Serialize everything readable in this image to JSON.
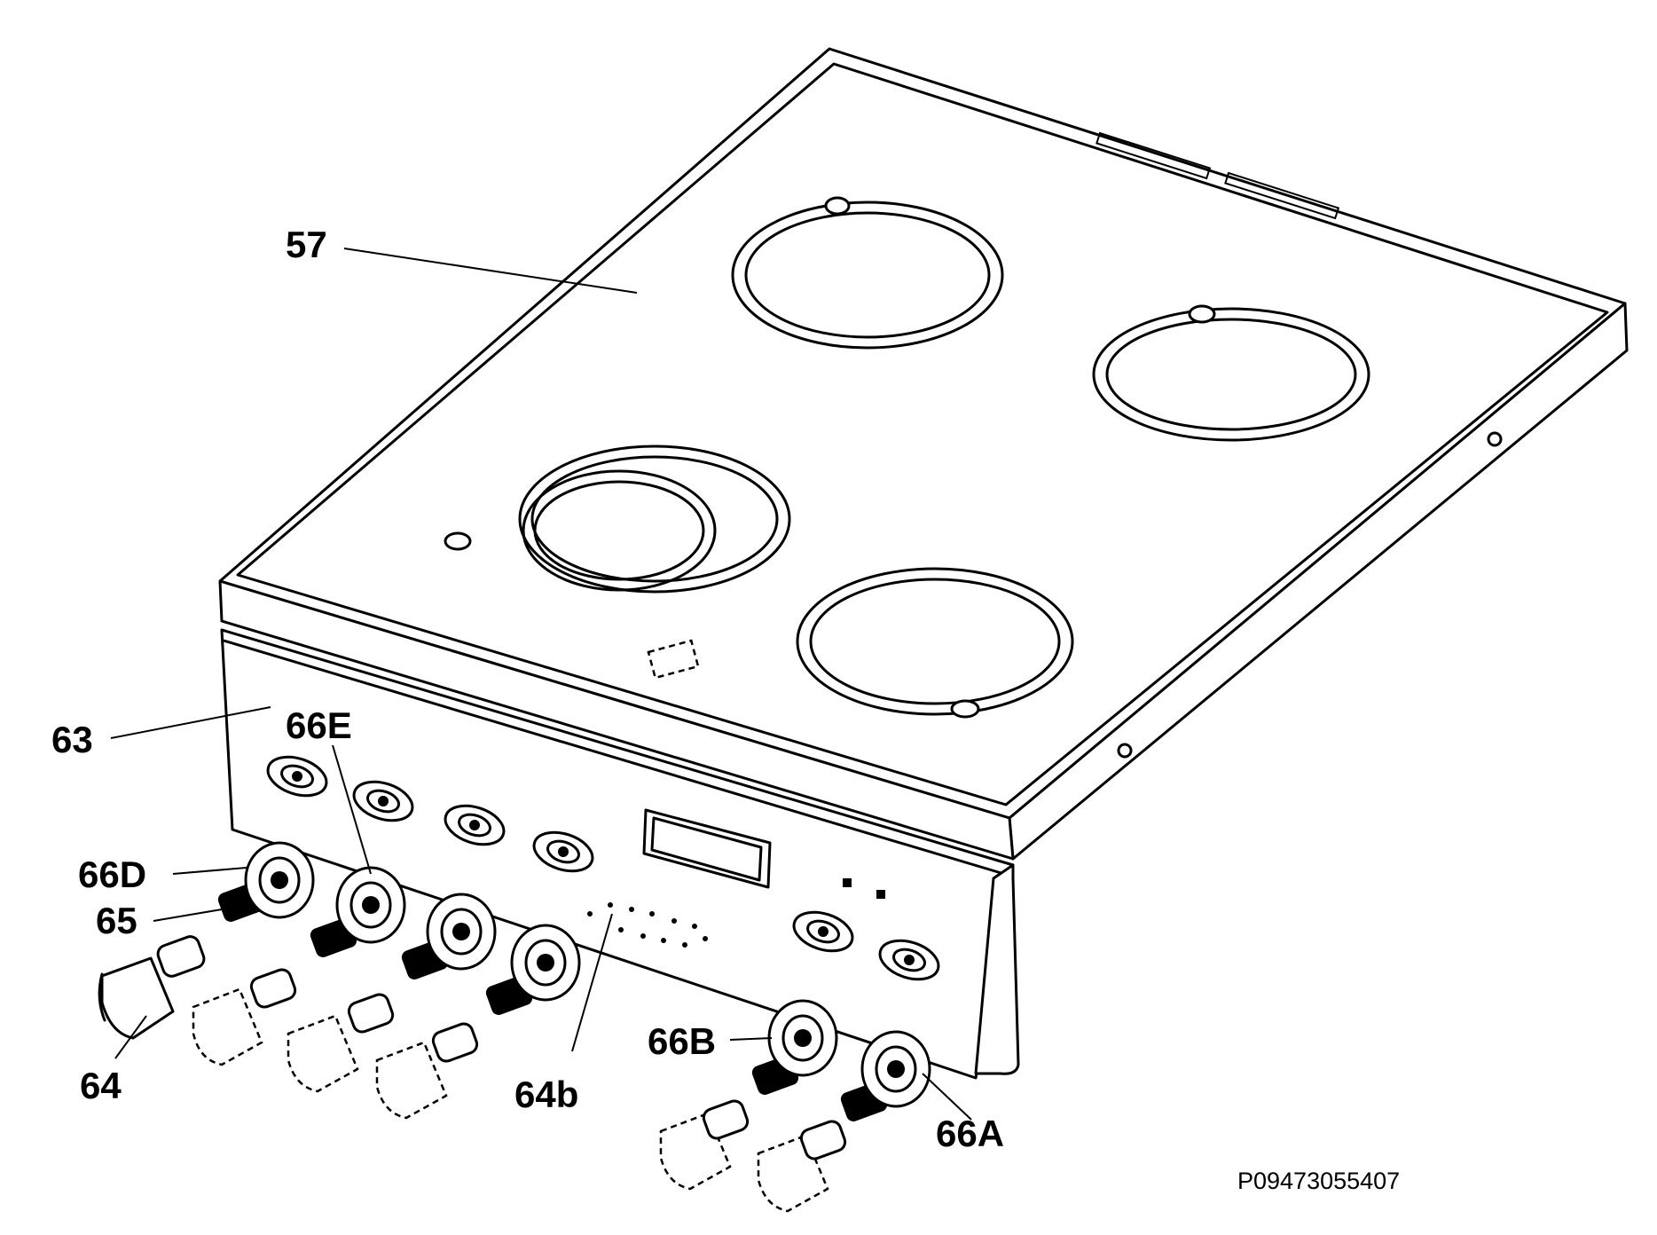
{
  "callouts": {
    "c57": "57",
    "c63": "63",
    "c66E": "66E",
    "c66D": "66D",
    "c65": "65",
    "c64": "64",
    "c64b": "64b",
    "c66B": "66B",
    "c66A": "66A"
  },
  "reference_code": "P09473055407"
}
